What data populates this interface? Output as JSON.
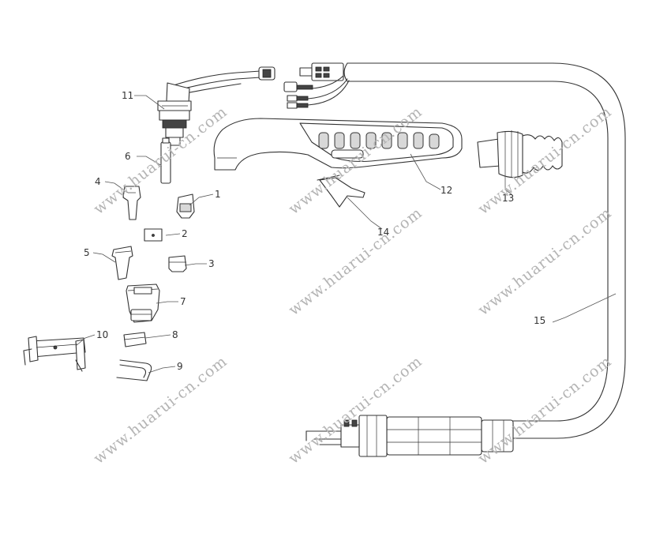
{
  "callouts": [
    {
      "id": "1",
      "label": "1"
    },
    {
      "id": "2",
      "label": "2"
    },
    {
      "id": "3",
      "label": "3"
    },
    {
      "id": "4",
      "label": "4"
    },
    {
      "id": "5",
      "label": "5"
    },
    {
      "id": "6",
      "label": "6"
    },
    {
      "id": "7",
      "label": "7"
    },
    {
      "id": "8",
      "label": "8"
    },
    {
      "id": "9",
      "label": "9"
    },
    {
      "id": "10",
      "label": "10"
    },
    {
      "id": "11",
      "label": "11"
    },
    {
      "id": "12",
      "label": "12"
    },
    {
      "id": "13",
      "label": "13"
    },
    {
      "id": "14",
      "label": "14"
    },
    {
      "id": "15",
      "label": "15"
    }
  ],
  "watermark": "www.huarui-cn.com"
}
